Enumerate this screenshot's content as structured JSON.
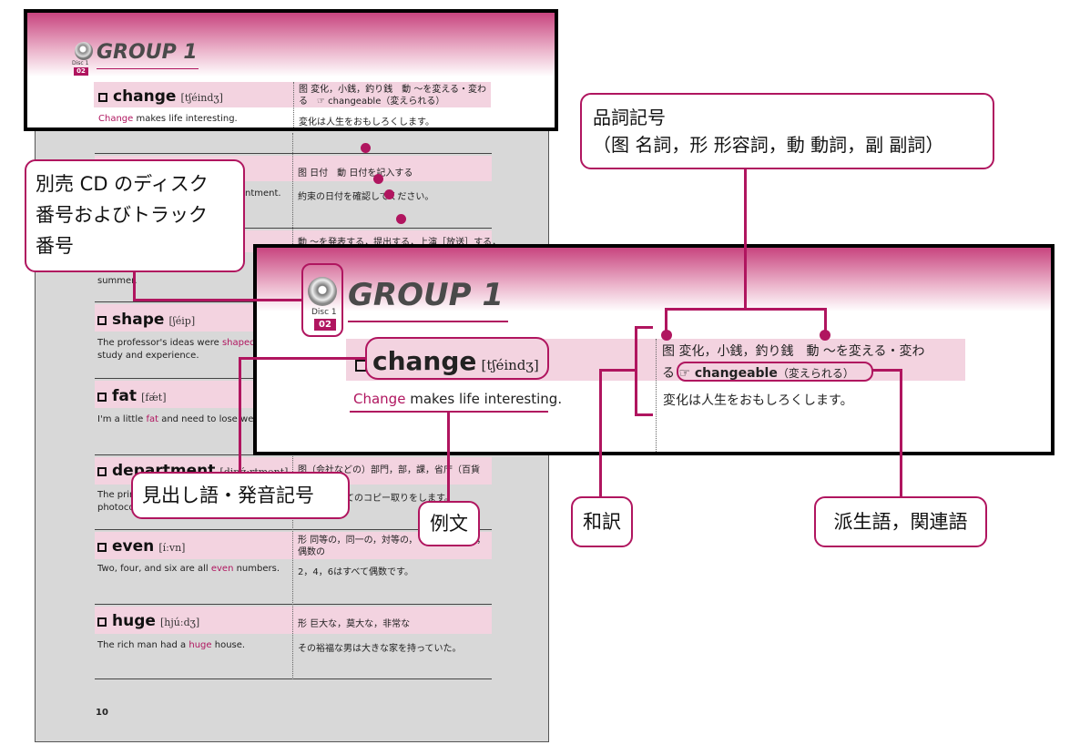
{
  "group_title": "GROUP 1",
  "disc_label": "Disc 1",
  "track_number": "02",
  "page_number": "10",
  "entries": [
    {
      "word": "change",
      "pron": "[tʃéindʒ]",
      "meaning": "图 変化，小銭，釣り銭　動 ～を変える・変わる　☞ changeable（変えられる）",
      "ex_pre": "",
      "ex_hl": "Change",
      "ex_post": " makes life interesting.",
      "translation": "変化は人生をおもしろくします。"
    },
    {
      "word": "",
      "pron": "",
      "meaning": "图 日付　動 日付を記入する",
      "ex_pre": "",
      "ex_hl": "",
      "ex_post": "ntment.",
      "translation": "約束の日付を確認してください。"
    },
    {
      "word": "",
      "pron": "",
      "meaning": "動 ～を発表する，提出する，上演［放送］する，",
      "ex_pre": "summer.",
      "ex_hl": "",
      "ex_post": "",
      "translation": ""
    },
    {
      "word": "shape",
      "pron": "[ʃéip]",
      "meaning": "",
      "ex_pre": "The professor's ideas were ",
      "ex_hl": "shaped",
      "ex_post": " b",
      "ex_line2": "study and experience.",
      "translation": ""
    },
    {
      "word": "fat",
      "pron": "[fǽt]",
      "meaning": "",
      "ex_pre": "I'm a little ",
      "ex_hl": "fat",
      "ex_post": " and need to lose weight",
      "translation": ""
    },
    {
      "word": "department",
      "pron": "[dipɑ́ːrtmənt]",
      "meaning": "图（会社などの）部門，部，課，省庁（百貨",
      "ex_pre": "The prin",
      "ex_hl": "",
      "ex_post": "",
      "ex_line2": "photoco",
      "translation": "てのコピー取りをします。"
    },
    {
      "word": "even",
      "pron": "[íːvn]",
      "meaning": "形 同等の，同一の，対等の，　　　　水平な，偶数の",
      "ex_pre": "Two, four, and six are all ",
      "ex_hl": "even",
      "ex_post": " numbers.",
      "translation": "2，4，6はすべて偶数です。"
    },
    {
      "word": "huge",
      "pron": "[hjúːdʒ]",
      "meaning": "形 巨大な，莫大な，非常な",
      "ex_pre": "The rich man had a ",
      "ex_hl": "huge",
      "ex_post": " house.",
      "translation": "その裕福な男は大きな家を持っていた。"
    }
  ],
  "big": {
    "word": "change",
    "pron": "[tʃéindʒ]",
    "meaning_line1": "图 変化，小銭，釣り銭　動 ～を変える・変わ",
    "meaning_line2_pre": "る",
    "derived": "☞ changeable",
    "derived_note": "（変えられる）",
    "ex_hl": "Change",
    "ex_post": " makes life interesting.",
    "translation": "変化は人生をおもしろくします。"
  },
  "callouts": {
    "pos_line1": "品詞記号",
    "pos_line2": "（图 名詞，形 形容詞，動 動詞，副 副詞）",
    "disc_line1": "別売 CD のディスク",
    "disc_line2": "番号およびトラック",
    "disc_line3": "番号",
    "headword": "見出し語・発音記号",
    "example": "例文",
    "translation": "和訳",
    "derived": "派生語，関連語"
  },
  "colors": {
    "accent": "#b0155f",
    "band": "#f3d3e0"
  }
}
